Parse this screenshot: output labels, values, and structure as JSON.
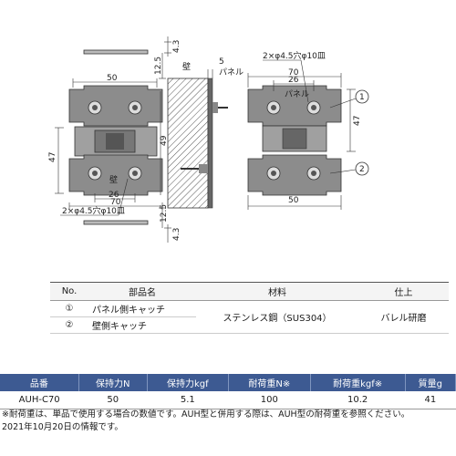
{
  "drawing": {
    "top_left": {
      "dim_width": "50",
      "dim_height": "47",
      "dim_pitch": "26",
      "dim_width2": "70",
      "hole_note": "2×φ4.5穴φ10皿",
      "stamp": "壁"
    },
    "top_right": {
      "hole_note": "2×φ4.5穴φ10皿",
      "dim_width2": "70",
      "dim_pitch": "26",
      "dim_height": "47",
      "dim_width": "50",
      "callout_1": "1",
      "callout_2": "2",
      "stamp": "パネル"
    },
    "middle": {
      "label_wall": "壁",
      "label_panel": "パネル",
      "dim_panel_thickness": "5",
      "dim_4_3_top": "4.3",
      "dim_12_5_top": "12.5",
      "dim_49": "49",
      "dim_12_5_bottom": "12.5",
      "dim_4_3_bottom": "4.3"
    }
  },
  "parts_table": {
    "headers": [
      "No.",
      "部品名",
      "材料",
      "仕上"
    ],
    "rows": [
      {
        "no": "①",
        "name": "パネル側キャッチ",
        "material": "ステンレス鋼（SUS304）",
        "finish": "バレル研磨"
      },
      {
        "no": "②",
        "name": "壁側キャッチ",
        "material": "",
        "finish": ""
      }
    ]
  },
  "spec_table": {
    "headers": [
      "品番",
      "保持力N",
      "保持力kgf",
      "耐荷重N※",
      "耐荷重kgf※",
      "質量g"
    ],
    "rows": [
      [
        "AUH-C70",
        "50",
        "5.1",
        "100",
        "10.2",
        "41"
      ]
    ]
  },
  "notes": [
    "※耐荷重は、単品で使用する場合の数値です。AUH型と併用する際は、AUH型の耐荷重を参照ください。",
    "2021年10月20日の情報です。"
  ]
}
